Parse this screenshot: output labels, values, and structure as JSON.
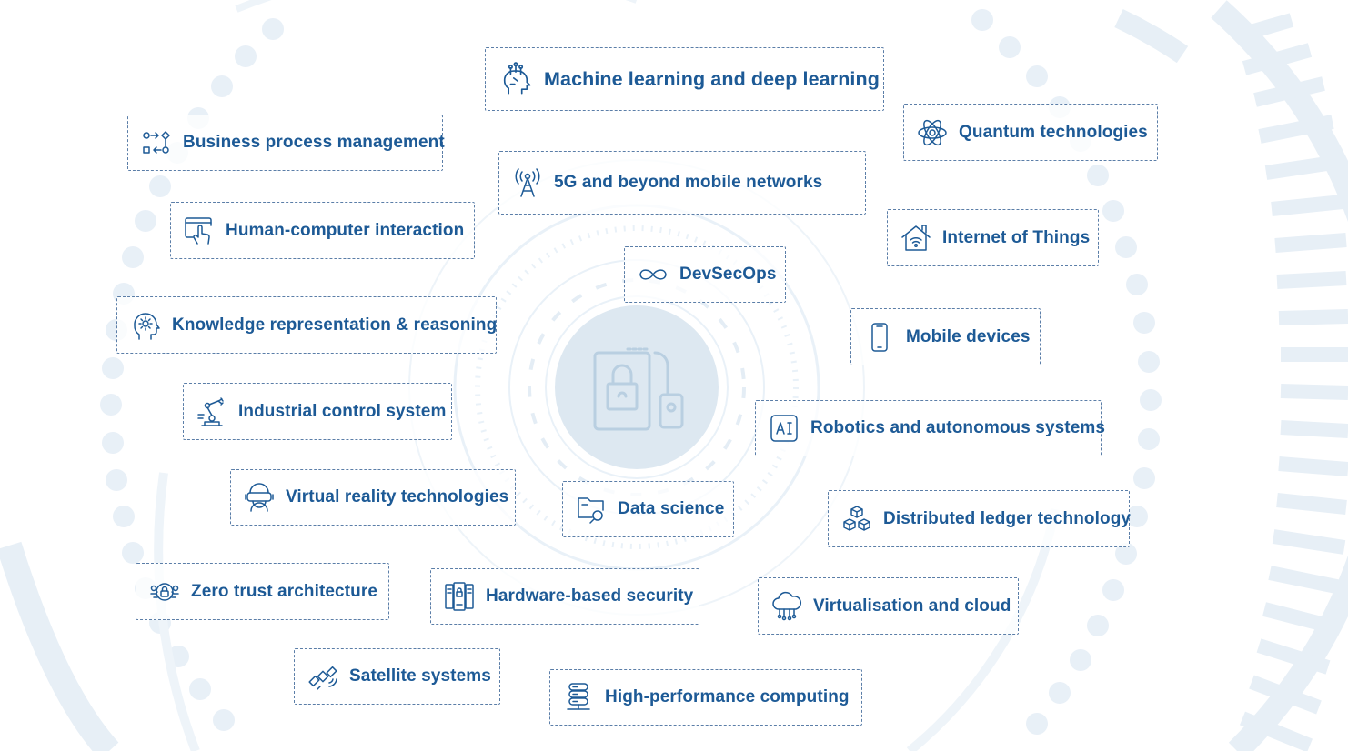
{
  "colors": {
    "label": "#1d5a96",
    "border": "#5b7ea8",
    "background_shapes": "#e7eff6",
    "center_circle": "#dde8f1"
  },
  "center": {
    "icon": "padlock-usb-key-icon"
  },
  "topics": [
    {
      "id": "ml",
      "label": "Machine learning and deep learning",
      "icon": "brain-circuit-icon"
    },
    {
      "id": "bpm",
      "label": "Business process management",
      "icon": "process-flow-icon"
    },
    {
      "id": "quantum",
      "label": "Quantum technologies",
      "icon": "atom-icon"
    },
    {
      "id": "5g",
      "label": "5G and beyond mobile networks",
      "icon": "antenna-tower-icon"
    },
    {
      "id": "hci",
      "label": "Human-computer interaction",
      "icon": "hand-pointer-window-icon"
    },
    {
      "id": "iot",
      "label": "Internet of Things",
      "icon": "smart-home-icon"
    },
    {
      "id": "devsecops",
      "label": "DevSecOps",
      "icon": "infinity-loop-icon"
    },
    {
      "id": "krr",
      "label": "Knowledge representation & reasoning",
      "icon": "head-gear-icon"
    },
    {
      "id": "mobile",
      "label": "Mobile devices",
      "icon": "smartphone-icon"
    },
    {
      "id": "ics",
      "label": "Industrial control  system",
      "icon": "robot-arm-icon"
    },
    {
      "id": "robotics",
      "label": "Robotics and autonomous systems",
      "icon": "ai-chip-icon"
    },
    {
      "id": "vr",
      "label": "Virtual reality technologies",
      "icon": "vr-headset-icon"
    },
    {
      "id": "datasci",
      "label": "Data science",
      "icon": "folder-magnifier-icon"
    },
    {
      "id": "dlt",
      "label": "Distributed ledger technology",
      "icon": "blocks-icon"
    },
    {
      "id": "zta",
      "label": "Zero trust architecture",
      "icon": "lock-gears-icon"
    },
    {
      "id": "hwsec",
      "label": "Hardware-based security",
      "icon": "secure-server-icon"
    },
    {
      "id": "cloud",
      "label": "Virtualisation and cloud",
      "icon": "cloud-network-icon"
    },
    {
      "id": "sat",
      "label": "Satellite systems",
      "icon": "satellite-icon"
    },
    {
      "id": "hpc",
      "label": "High-performance computing",
      "icon": "server-stack-icon"
    }
  ]
}
